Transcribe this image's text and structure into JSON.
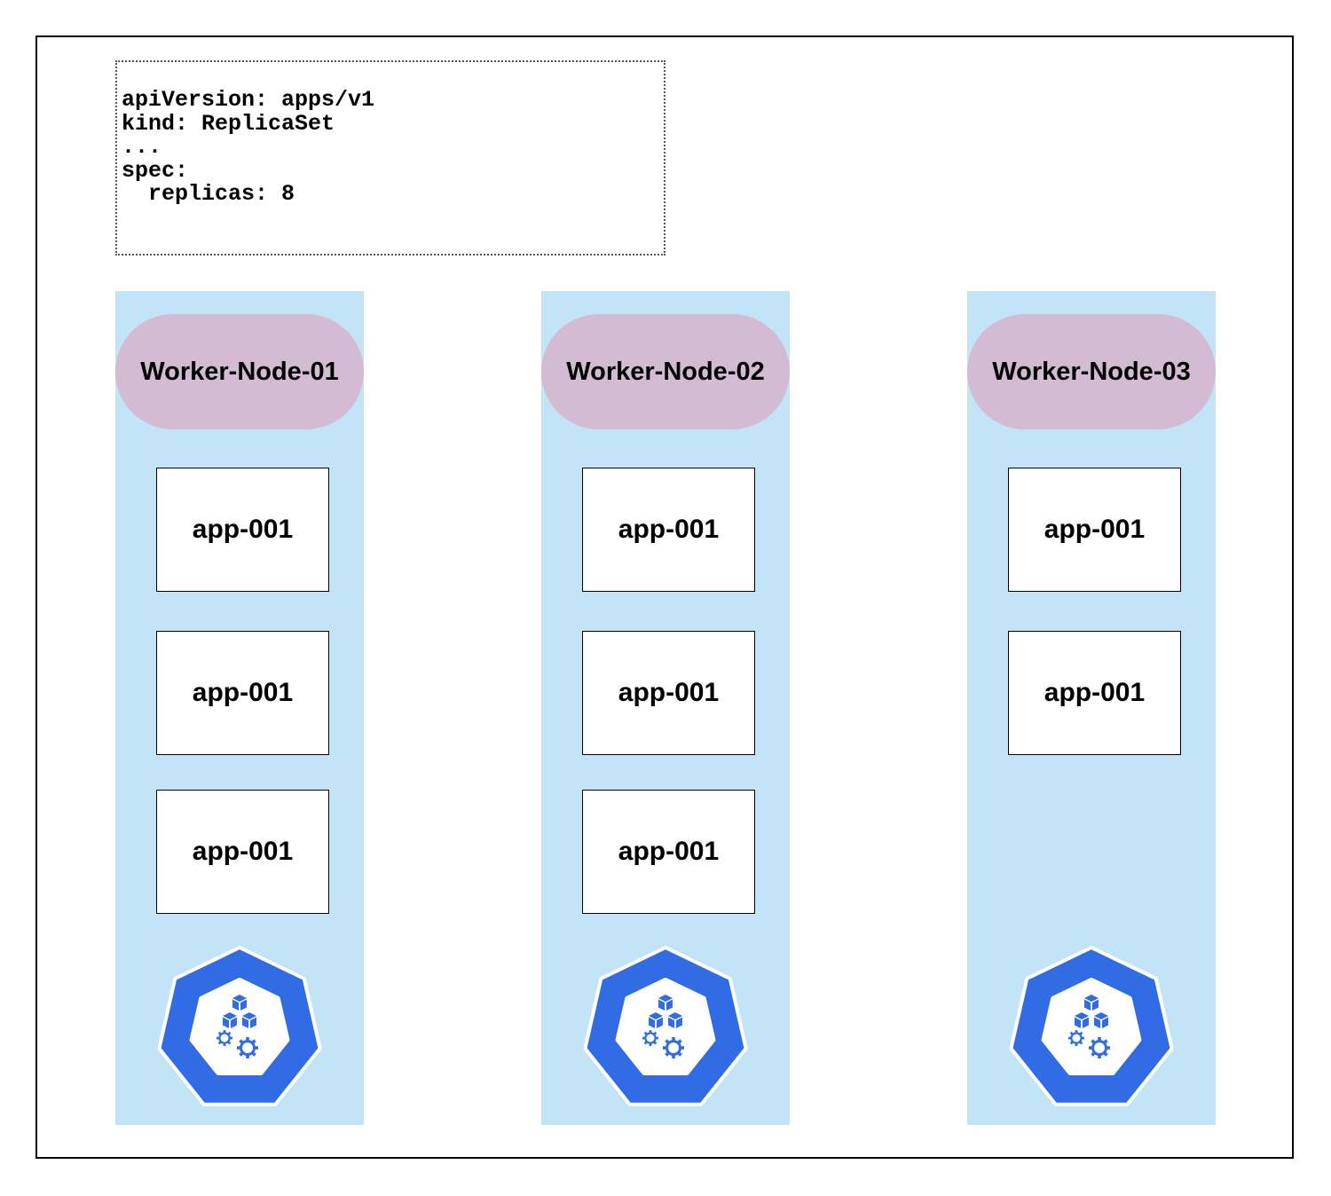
{
  "manifest": {
    "lines": [
      "apiVersion: apps/v1",
      "kind: ReplicaSet",
      "...",
      "spec:",
      "  replicas: 8"
    ]
  },
  "nodes": [
    {
      "name": "Worker-Node-01",
      "pods": [
        "app-001",
        "app-001",
        "app-001"
      ],
      "icon": "kubernetes-node-icon"
    },
    {
      "name": "Worker-Node-02",
      "pods": [
        "app-001",
        "app-001",
        "app-001"
      ],
      "icon": "kubernetes-node-icon"
    },
    {
      "name": "Worker-Node-03",
      "pods": [
        "app-001",
        "app-001"
      ],
      "icon": "kubernetes-node-icon"
    }
  ],
  "colors": {
    "node_background": "#c3e4f6",
    "node_label_background": "#d3bbd3",
    "kubernetes_blue": "#326ce5"
  }
}
